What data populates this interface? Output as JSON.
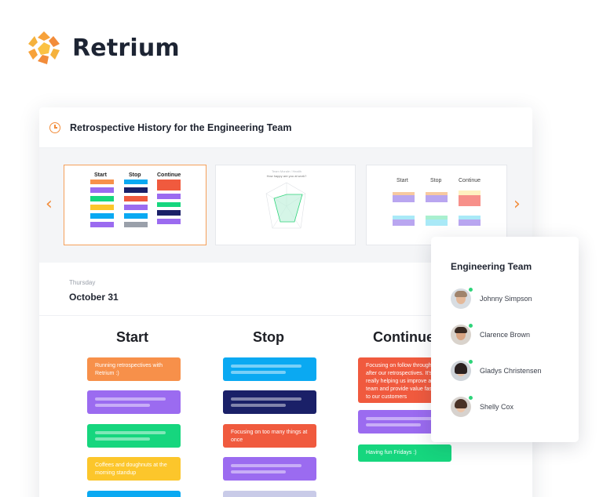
{
  "brand": {
    "name": "Retrium"
  },
  "header": {
    "title": "Retrospective History for the Engineering Team"
  },
  "carousel": {
    "thumb1": {
      "columns": [
        "Start",
        "Stop",
        "Continue"
      ]
    },
    "thumb2": {
      "title": "Team Morale / Health",
      "subtitle": "How happy are you at work?"
    },
    "thumb3": {
      "columns": [
        "Start",
        "Stop",
        "Continue"
      ]
    }
  },
  "date": {
    "day": "Thursday",
    "full": "October 31"
  },
  "board": {
    "columns": [
      "Start",
      "Stop",
      "Continue"
    ],
    "cards": {
      "start_1": "Running retrospectives with Retrium :)",
      "start_4": "Coffees and doughnuts at the morning standup",
      "stop_3": "Focusing on too many things at once",
      "continue_1": "Focusing on follow through after our retrospectives. It's really helping us improve as a team and provide value faster to our customers",
      "continue_3": "Having fun Fridays :)"
    }
  },
  "team": {
    "title": "Engineering Team",
    "members": [
      {
        "name": "Johnny Simpson"
      },
      {
        "name": "Clarence Brown"
      },
      {
        "name": "Gladys Christensen"
      },
      {
        "name": "Shelly Cox"
      }
    ]
  },
  "colors": {
    "accent": "#f28c3a",
    "orange": "#f7904a",
    "purple": "#9b6bf0",
    "green": "#16d67e",
    "yellow": "#fcc62b",
    "blue": "#0aa9f2",
    "navy": "#1a2068",
    "red": "#f05a3e",
    "online": "#2ed47a"
  }
}
